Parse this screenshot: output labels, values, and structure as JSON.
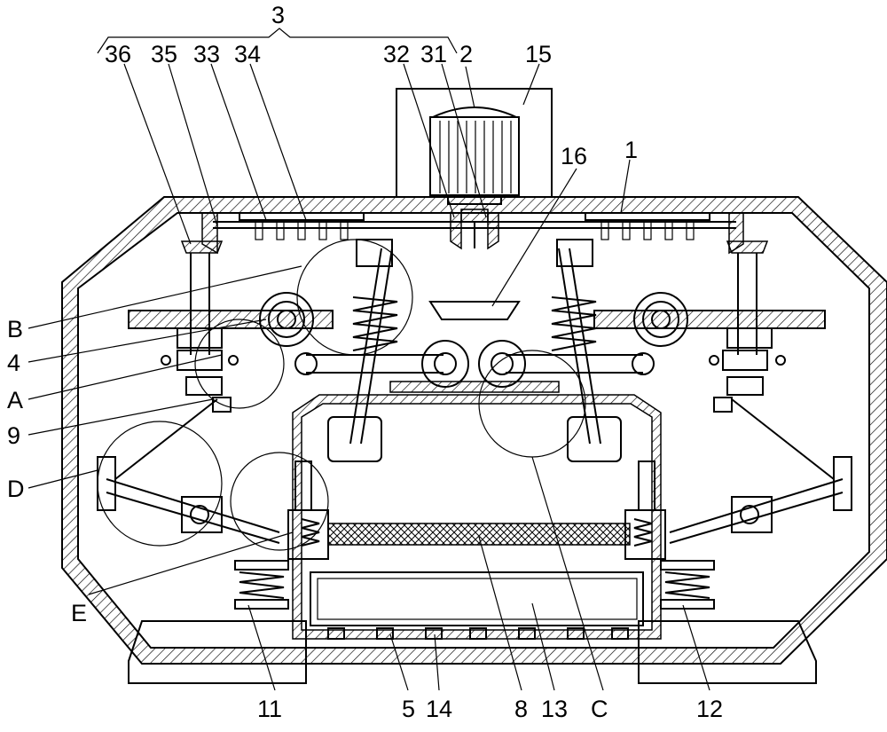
{
  "figure": {
    "labels": {
      "l3": "3",
      "l36": "36",
      "l35": "35",
      "l33": "33",
      "l34": "34",
      "l32": "32",
      "l31": "31",
      "l2": "2",
      "l15": "15",
      "l16": "16",
      "l1": "1",
      "lB": "B",
      "l4": "4",
      "lA": "A",
      "l9": "9",
      "lD": "D",
      "lE": "E",
      "l11": "11",
      "l5": "5",
      "l14": "14",
      "l8": "8",
      "l13": "13",
      "lC": "C",
      "l12": "12"
    }
  }
}
